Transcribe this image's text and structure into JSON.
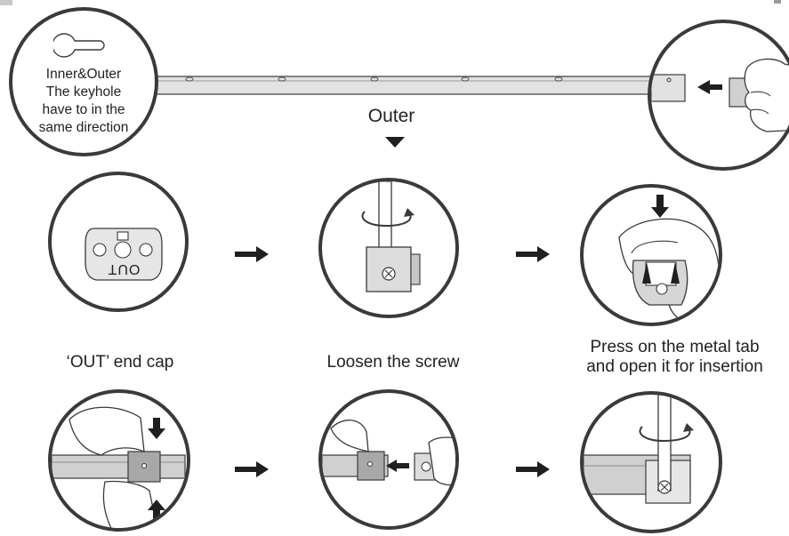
{
  "keyhole_note": {
    "lines": [
      "Inner&Outer",
      "The keyhole",
      "have to in the",
      "same direction"
    ]
  },
  "outer_label": "Outer",
  "steps": [
    {
      "caption": "‘OUT’ end cap",
      "cap_text": "OUT"
    },
    {
      "caption": "Loosen the screw"
    },
    {
      "caption_lines": [
        "Press on the metal tab",
        "and open it for insertion"
      ]
    }
  ],
  "colors": {
    "stroke": "#3a3a3a",
    "rail": "#d9d9d9",
    "metal": "#a8a8a8",
    "dark": "#1f1f1f"
  }
}
